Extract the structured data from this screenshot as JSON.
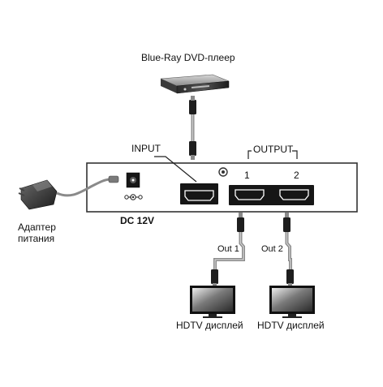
{
  "source_label": "Blue-Ray DVD-плеер",
  "input_label": "INPUT",
  "output_label": "OUTPUT",
  "port_1": "1",
  "port_2": "2",
  "power_label": "DC 12V",
  "adapter_label_line1": "Адаптер",
  "adapter_label_line2": "питания",
  "out1_label": "Out 1",
  "out2_label": "Out 2",
  "display1_label": "HDTV дисплей",
  "display2_label": "HDTV дисплей"
}
